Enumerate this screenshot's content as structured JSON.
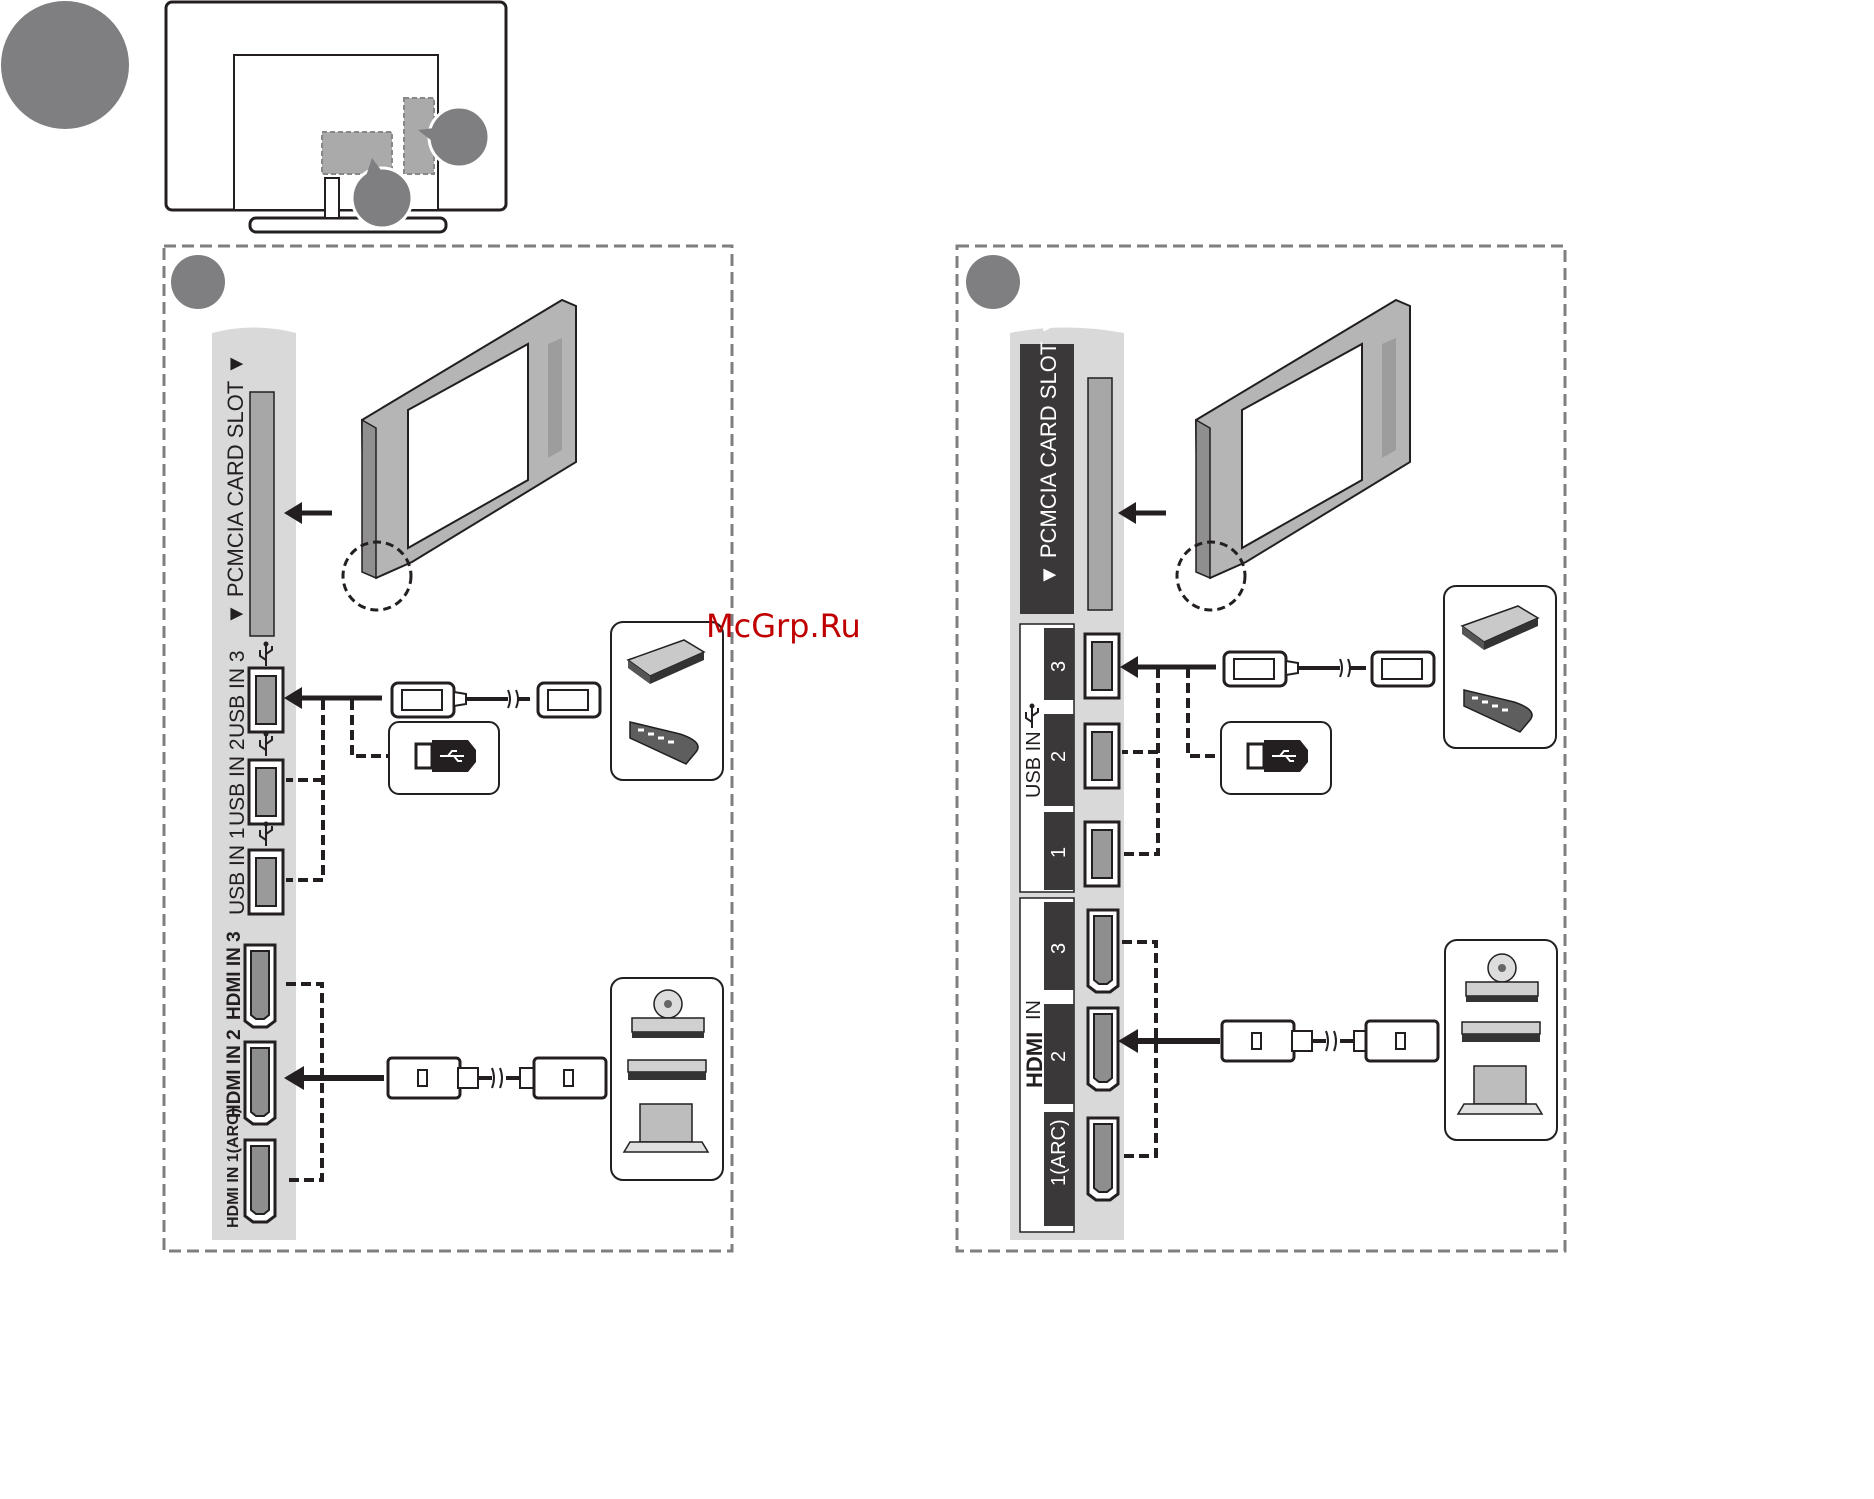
{
  "watermark": "McGrp.Ru",
  "colors": {
    "badge": "#7f7e80",
    "panel": "#d9d9da",
    "dark_strip": "#3a3838",
    "outline": "#231f20",
    "watermark": "#c00000"
  },
  "left_panel": {
    "pcmcia_label": "▼ PCMCIA CARD SLOT ▼",
    "usb_labels": [
      "USB IN 3",
      "USB IN 2",
      "USB IN 1"
    ],
    "usb_symbol": "usb-icon",
    "hdmi_labels": [
      "HDMI IN 3",
      "HDMI IN 2",
      "HDMI IN 1(ARC)"
    ]
  },
  "right_panel": {
    "pcmcia_label": "▼ PCMCIA CARD SLOT ▼",
    "usb_group_label": "USB IN",
    "usb_numbers": [
      "3",
      "2",
      "1"
    ],
    "hdmi_group_label": "IN",
    "hdmi_logo": "HDMI",
    "hdmi_numbers": [
      "3",
      "2",
      "1(ARC)"
    ]
  },
  "icons": {
    "usb_devices": [
      "external-hard-drive-icon",
      "usb-hub-icon",
      "usb-flash-drive-icon"
    ],
    "hdmi_devices": [
      "blu-ray-player-icon",
      "set-top-box-icon",
      "laptop-icon"
    ],
    "cables": [
      "usb-cable-icon",
      "hdmi-cable-icon"
    ],
    "card": "ci-module-card-icon"
  }
}
